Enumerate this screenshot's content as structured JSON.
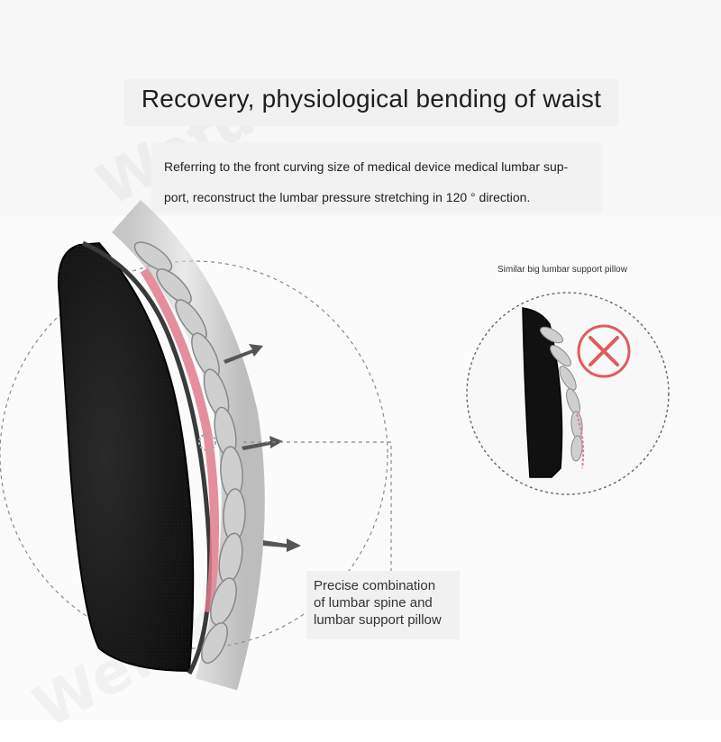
{
  "heading": "Recovery, physiological bending of waist",
  "description": {
    "line1": "Referring to the front curving size of medical device medical lumbar sup-",
    "line2": "port, reconstruct the lumbar pressure stretching in 120 ° direction."
  },
  "comparison": {
    "label": "Similar big lumbar support pillow",
    "mark_icon": "x-mark-icon"
  },
  "callout": {
    "line1": "Precise combination",
    "line2": "of lumbar spine and",
    "line3": "lumbar support pillow"
  },
  "watermark": "Wefun",
  "colors": {
    "pillow": "#111111",
    "spine_highlight": "#e07a8c",
    "reject_mark": "#e25b5b",
    "dashed_line": "#888888"
  }
}
